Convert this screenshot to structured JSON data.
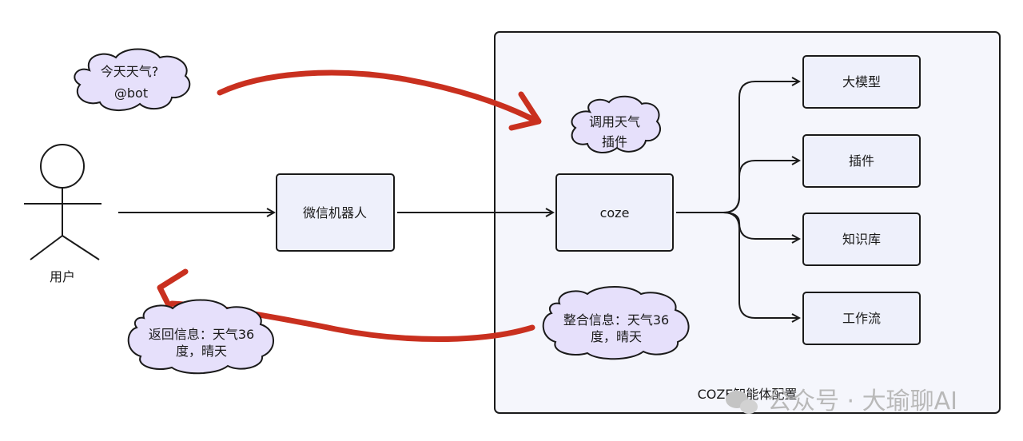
{
  "diagram": {
    "user": {
      "label": "用户"
    },
    "wechat_bot": {
      "label": "微信机器人"
    },
    "coze": {
      "label": "coze"
    },
    "panel": {
      "label": "COZE智能体配置"
    },
    "tools": [
      "大模型",
      "插件",
      "知识库",
      "工作流"
    ],
    "clouds": {
      "question": [
        "今天天气?",
        "@bot"
      ],
      "call_plugin": [
        "调用天气",
        "插件"
      ],
      "integrate": [
        "整合信息：天气36",
        "度，晴天"
      ],
      "return": [
        "返回信息：天气36",
        "度，晴天"
      ]
    },
    "colors": {
      "red_arrow": "#c9301f",
      "cloud_fill": "#e6e0fb",
      "box_fill": "#eef0fb"
    }
  },
  "watermark": {
    "text": "公众号 · 大瑜聊AI",
    "icon": "wechat-logo-icon"
  }
}
